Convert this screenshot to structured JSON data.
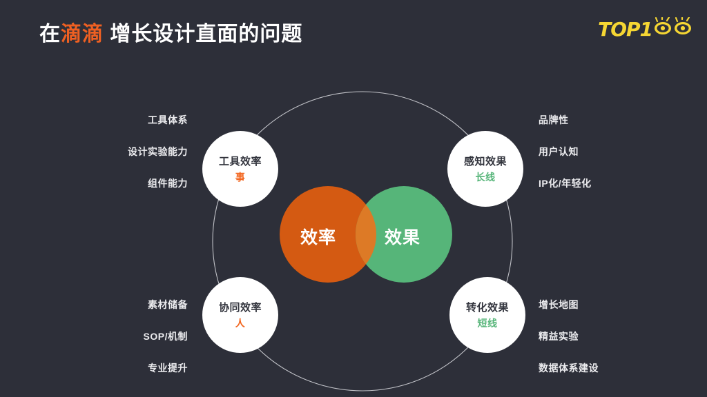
{
  "header": {
    "title_prefix": "在",
    "title_accent": "滴滴",
    "title_rest": " 增长设计直面的问题",
    "logo_text": "TOP1",
    "logo_icon": "eyes-icon"
  },
  "colors": {
    "background": "#2d2f39",
    "accent_orange": "#ef6022",
    "venn_orange": "#d45a12",
    "venn_green": "#56b579",
    "venn_overlap": "#dd7a26",
    "logo_yellow": "#f5d633",
    "ring_stroke": "#c9cad0",
    "node_fill": "#ffffff",
    "node_title": "#32343d",
    "keyword_text": "#ebebee"
  },
  "venn": {
    "left_label": "效率",
    "right_label": "效果"
  },
  "nodes": [
    {
      "id": "tool",
      "title": "工具效率",
      "subtitle": "事",
      "subtitle_color": "orange",
      "keywords": [
        "工具体系",
        "设计实验能力",
        "组件能力"
      ]
    },
    {
      "id": "perceive",
      "title": "感知效果",
      "subtitle": "长线",
      "subtitle_color": "green",
      "keywords": [
        "品牌性",
        "用户认知",
        "IP化/年轻化"
      ]
    },
    {
      "id": "collab",
      "title": "协同效率",
      "subtitle": "人",
      "subtitle_color": "orange",
      "keywords": [
        "素材储备",
        "SOP/机制",
        "专业提升"
      ]
    },
    {
      "id": "convert",
      "title": "转化效果",
      "subtitle": "短线",
      "subtitle_color": "green",
      "keywords": [
        "增长地图",
        "精益实验",
        "数据体系建设"
      ]
    }
  ]
}
